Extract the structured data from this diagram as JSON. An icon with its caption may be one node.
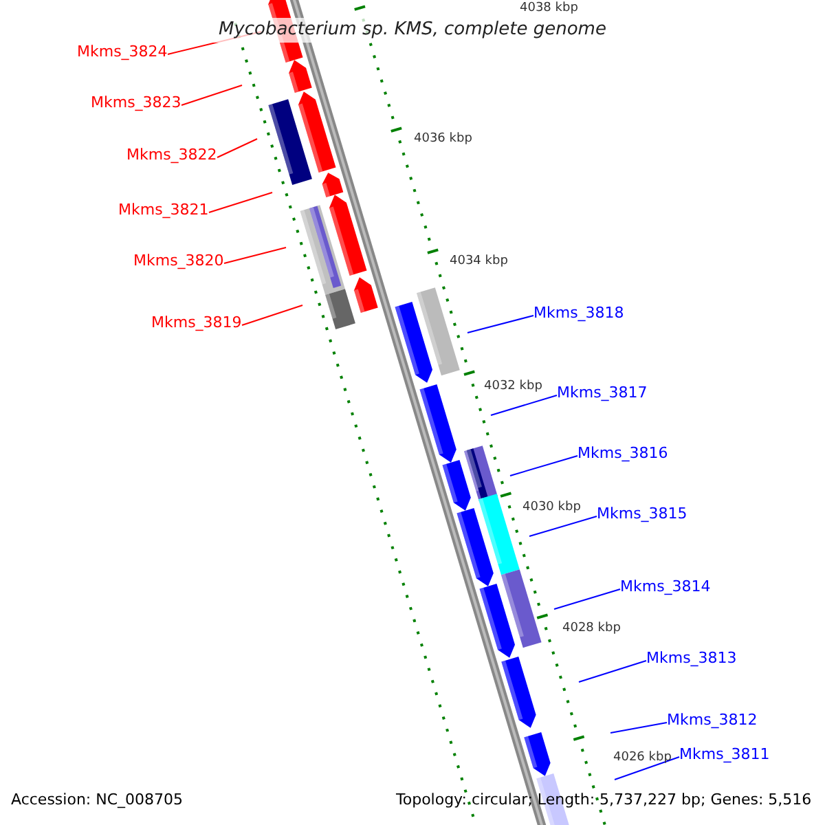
{
  "diagram": {
    "title": "Mycobacterium sp. KMS, complete genome",
    "nodes": [
      {
        "text": [
          "Mkms_3824"
        ]
      },
      {
        "text": [
          "Mkms_3823"
        ]
      },
      {
        "text": [
          "Mkms_3822"
        ]
      },
      {
        "text": [
          "Mkms_3821"
        ]
      },
      {
        "text": [
          "Mkms_3820"
        ]
      },
      {
        "text": [
          "Mkms_3819"
        ]
      },
      {
        "text": [
          "Mkms_3818"
        ]
      },
      {
        "text": [
          "Mkms_3817"
        ]
      },
      {
        "text": [
          "Mkms_3816"
        ]
      },
      {
        "text": [
          "Mkms_3815"
        ]
      },
      {
        "text": [
          "Mkms_3814"
        ]
      },
      {
        "text": [
          "Mkms_3813"
        ]
      },
      {
        "text": [
          "Mkms_3812"
        ]
      },
      {
        "text": [
          "Mkms_3811"
        ]
      }
    ],
    "edges": [
      {
        "from": 0,
        "to": null,
        "arrow": "none",
        "color": "#ff0000"
      },
      {
        "from": 1,
        "to": null,
        "arrow": "none",
        "color": "#ff0000"
      },
      {
        "from": 2,
        "to": null,
        "arrow": "none",
        "color": "#ff0000"
      },
      {
        "from": 3,
        "to": null,
        "arrow": "none",
        "color": "#ff0000"
      },
      {
        "from": 4,
        "to": null,
        "arrow": "none",
        "color": "#ff0000"
      },
      {
        "from": 5,
        "to": null,
        "arrow": "none",
        "color": "#ff0000"
      },
      {
        "from": 6,
        "to": null,
        "arrow": "none"
      },
      {
        "from": 7,
        "to": null,
        "arrow": "none"
      },
      {
        "from": 8,
        "to": null,
        "arrow": "none"
      },
      {
        "from": 9,
        "to": null,
        "arrow": "none"
      },
      {
        "from": 10,
        "to": null,
        "arrow": "none"
      },
      {
        "from": 11,
        "to": null,
        "arrow": "none"
      },
      {
        "from": 12,
        "to": null,
        "arrow": "none"
      },
      {
        "from": 13,
        "to": null,
        "arrow": "none"
      }
    ],
    "labels": [
      "4038 kbp",
      "4036 kbp",
      "4034 kbp",
      "4032 kbp",
      "4030 kbp",
      "4028 kbp",
      "4026 kbp",
      "Accession: NC_008705",
      "Topology: circular; Length: 5,737,227 bp; Genes: 5,516"
    ]
  }
}
